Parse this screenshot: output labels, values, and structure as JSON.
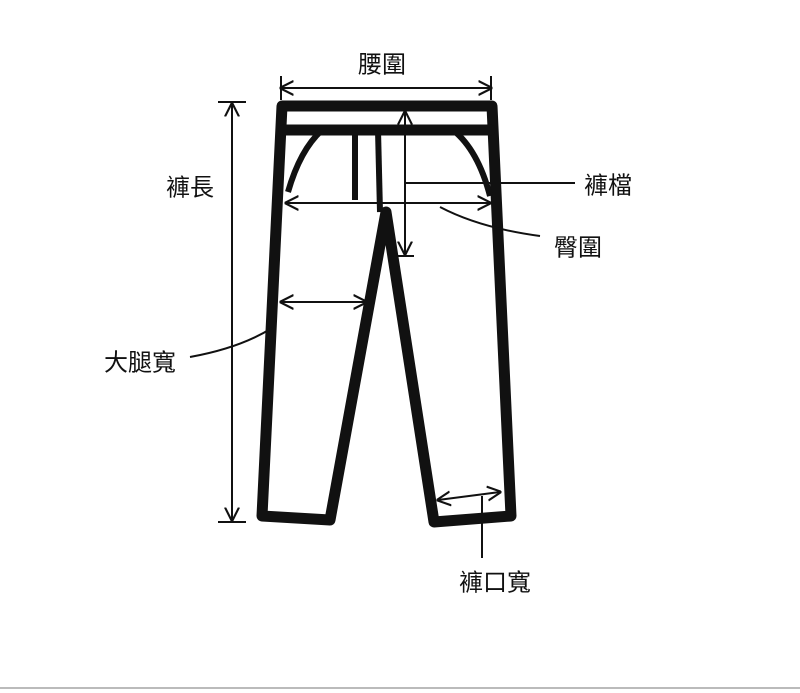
{
  "labels": {
    "waist": "腰圍",
    "length": "褲長",
    "rise": "褲檔",
    "hip": "臀圍",
    "thigh": "大腿寬",
    "hem": "褲口寬"
  },
  "colors": {
    "line": "#111111",
    "background": "#ffffff"
  }
}
